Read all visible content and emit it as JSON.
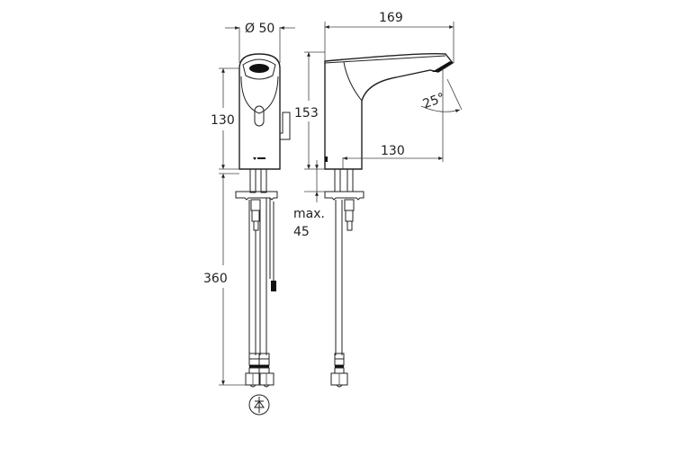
{
  "drawing": {
    "type": "technical dimension drawing",
    "subject": "electronic basin tap (front and side view)",
    "front_view": {
      "dimensions": {
        "diameter": "Ø 50",
        "body_height": "130",
        "hose_length": "360"
      },
      "symbol": "diode / electronic symbol"
    },
    "side_view": {
      "dimensions": {
        "spout_length": "169",
        "total_height": "153",
        "spout_projection": "130",
        "angle": "25°",
        "max_counter_thickness_label": "max.",
        "max_counter_thickness_value": "45"
      }
    }
  },
  "colors": {
    "line": "#222222",
    "background": "#ffffff"
  }
}
